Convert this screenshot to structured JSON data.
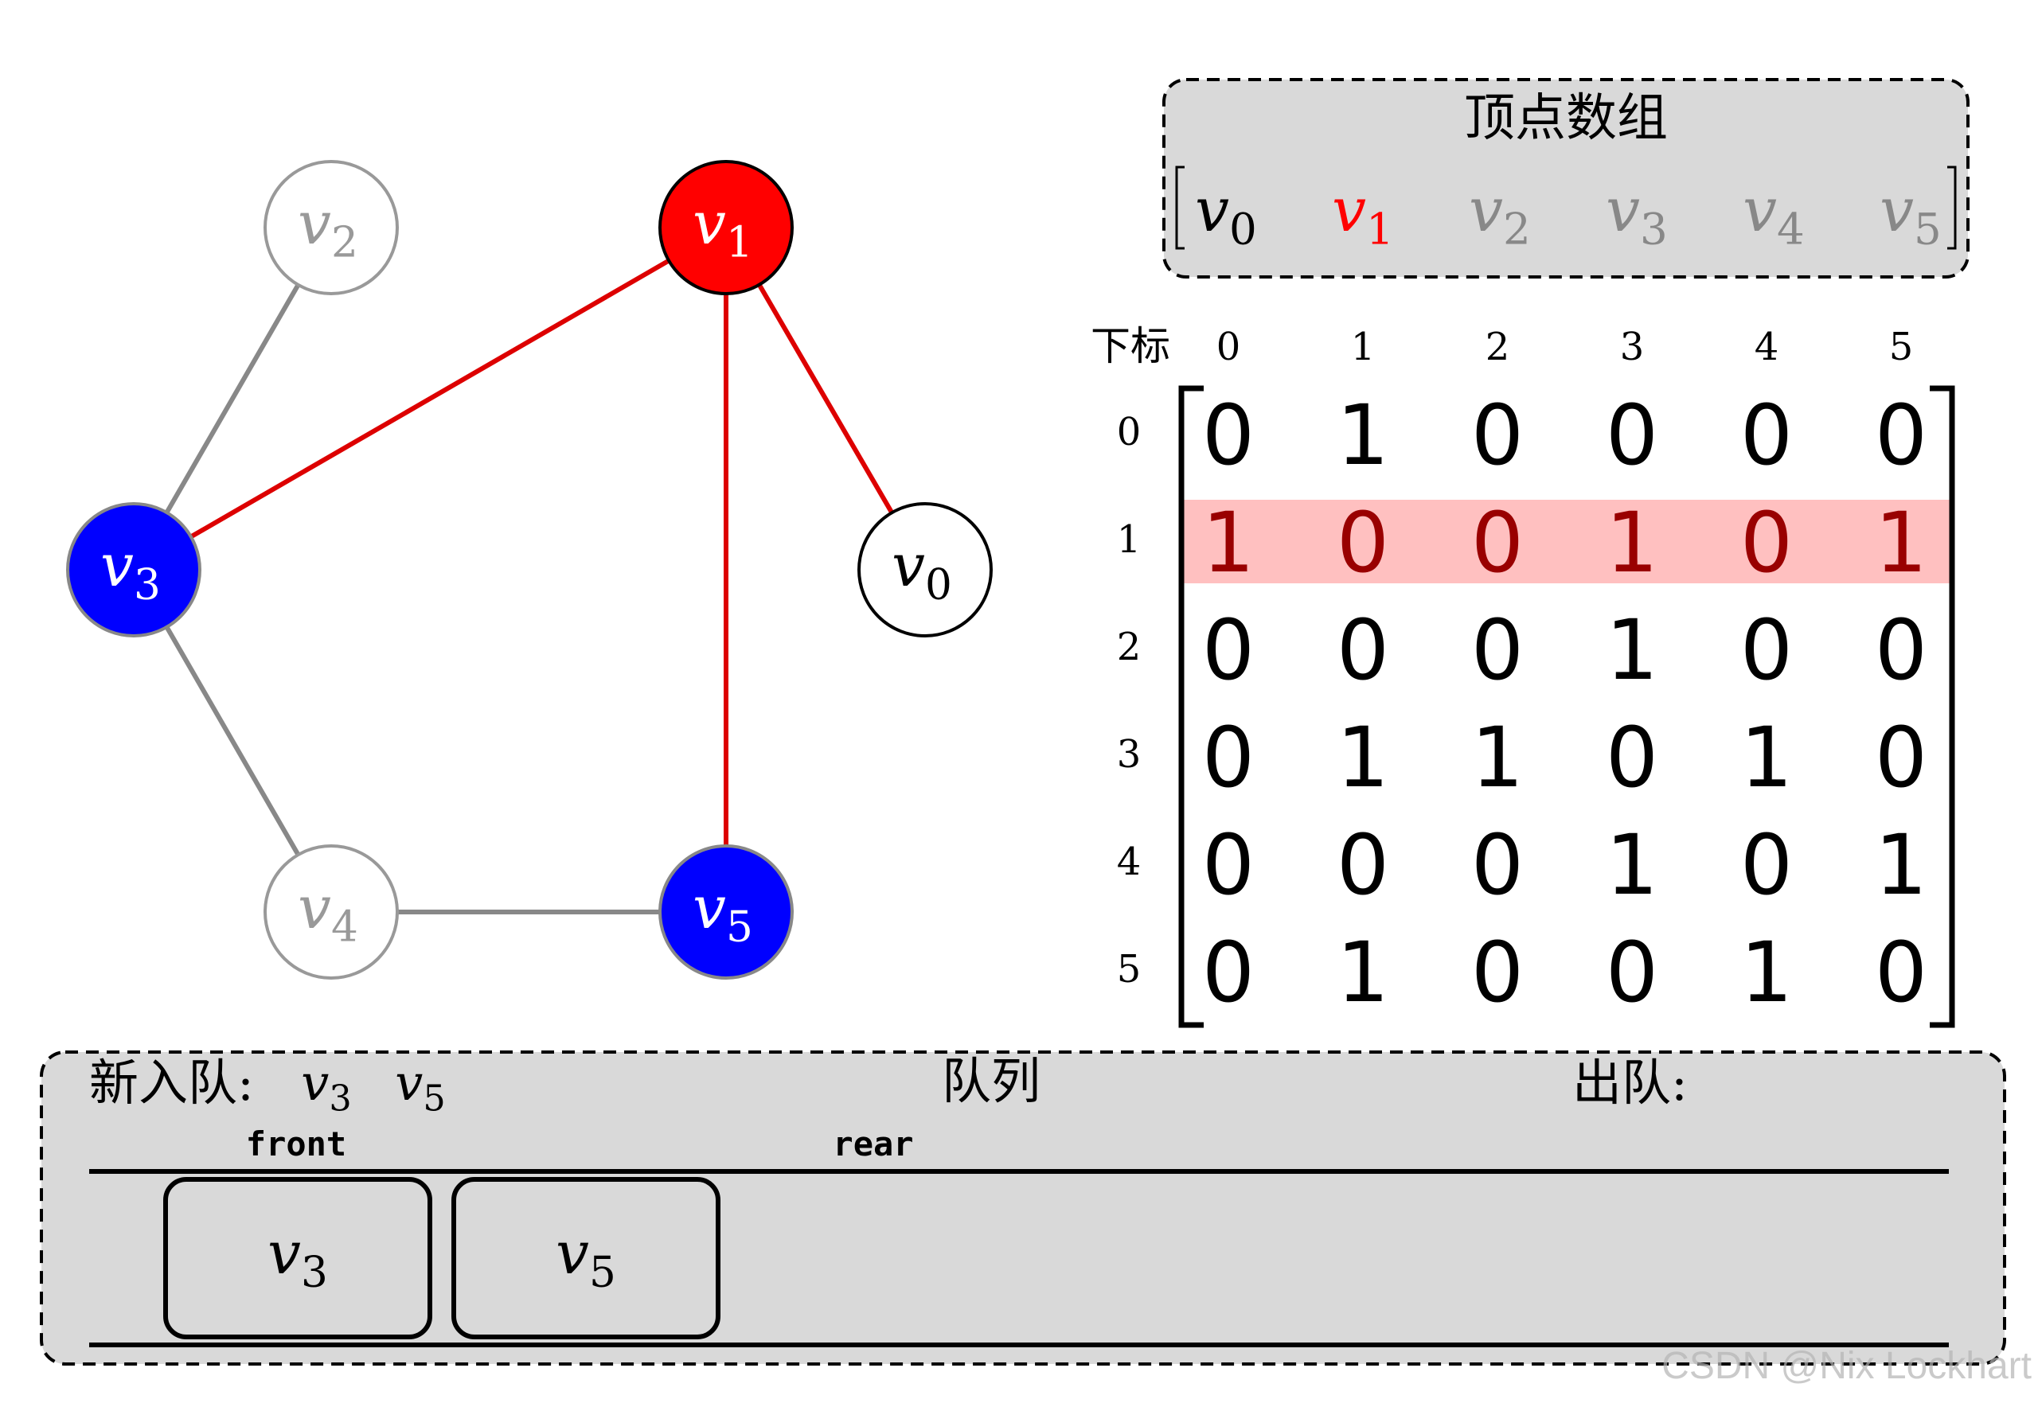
{
  "colors": {
    "visited_fill": "#ff0000",
    "queued_fill": "#0000ff",
    "active_edge": "#dd0000",
    "inactive_edge": "#888888",
    "panel_bg": "#d9d9d9",
    "highlight_row": "#ffc0c0"
  },
  "graph": {
    "vertices": [
      {
        "id": "v0",
        "label": "v",
        "sub": "0",
        "state": "default"
      },
      {
        "id": "v1",
        "label": "v",
        "sub": "1",
        "state": "visited"
      },
      {
        "id": "v2",
        "label": "v",
        "sub": "2",
        "state": "unvisited"
      },
      {
        "id": "v3",
        "label": "v",
        "sub": "3",
        "state": "queued"
      },
      {
        "id": "v4",
        "label": "v",
        "sub": "4",
        "state": "unvisited"
      },
      {
        "id": "v5",
        "label": "v",
        "sub": "5",
        "state": "queued"
      }
    ],
    "edges": [
      {
        "from": "v1",
        "to": "v3",
        "state": "active"
      },
      {
        "from": "v1",
        "to": "v5",
        "state": "active"
      },
      {
        "from": "v1",
        "to": "v0",
        "state": "active"
      },
      {
        "from": "v2",
        "to": "v3",
        "state": "inactive"
      },
      {
        "from": "v3",
        "to": "v4",
        "state": "inactive"
      },
      {
        "from": "v4",
        "to": "v5",
        "state": "inactive"
      }
    ]
  },
  "vertex_array": {
    "title": "顶点数组",
    "items": [
      {
        "label": "v",
        "sub": "0",
        "state": "done"
      },
      {
        "label": "v",
        "sub": "1",
        "state": "current"
      },
      {
        "label": "v",
        "sub": "2",
        "state": "pending"
      },
      {
        "label": "v",
        "sub": "3",
        "state": "pending"
      },
      {
        "label": "v",
        "sub": "4",
        "state": "pending"
      },
      {
        "label": "v",
        "sub": "5",
        "state": "pending"
      }
    ]
  },
  "matrix": {
    "index_label": "下标",
    "col_headers": [
      "0",
      "1",
      "2",
      "3",
      "4",
      "5"
    ],
    "row_headers": [
      "0",
      "1",
      "2",
      "3",
      "4",
      "5"
    ],
    "highlight_row": 1,
    "rows": [
      [
        "0",
        "1",
        "0",
        "0",
        "0",
        "0"
      ],
      [
        "1",
        "0",
        "0",
        "1",
        "0",
        "1"
      ],
      [
        "0",
        "0",
        "0",
        "1",
        "0",
        "0"
      ],
      [
        "0",
        "1",
        "1",
        "0",
        "1",
        "0"
      ],
      [
        "0",
        "0",
        "0",
        "1",
        "0",
        "1"
      ],
      [
        "0",
        "1",
        "0",
        "0",
        "1",
        "0"
      ]
    ]
  },
  "queue": {
    "title": "队列",
    "enqueue_label": "新入队:",
    "enqueued": [
      {
        "label": "v",
        "sub": "3"
      },
      {
        "label": "v",
        "sub": "5"
      }
    ],
    "dequeue_label": "出队:",
    "front_label": "front",
    "rear_label": "rear",
    "items": [
      {
        "label": "v",
        "sub": "3"
      },
      {
        "label": "v",
        "sub": "5"
      }
    ]
  },
  "watermark": "CSDN @Nix Lockhart"
}
